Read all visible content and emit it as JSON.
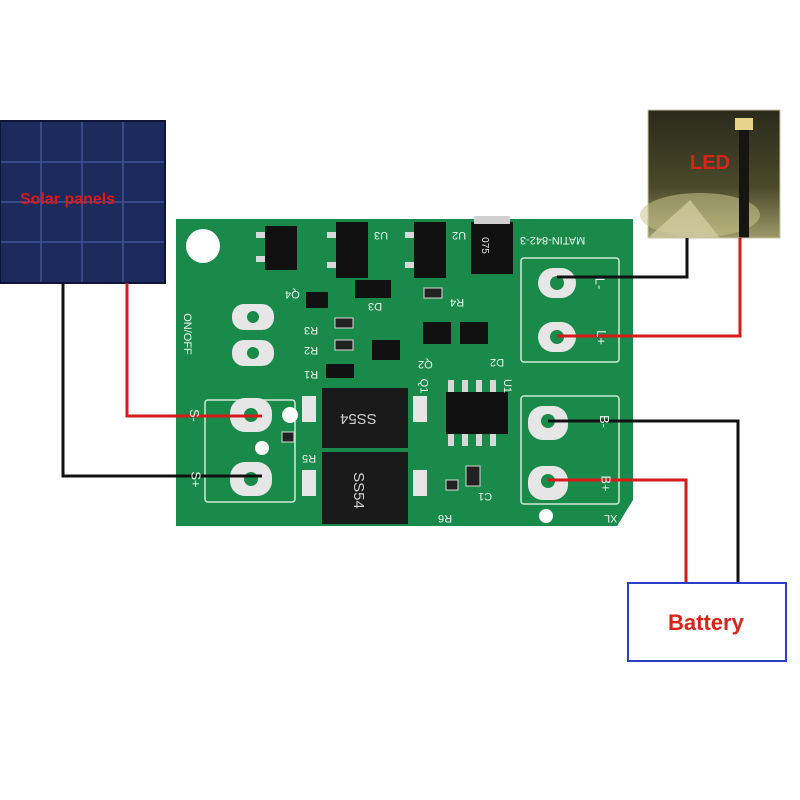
{
  "labels": {
    "solar": "Solar panels",
    "led": "LED",
    "battery": "Battery"
  },
  "board": {
    "model": "MATIN-842-3",
    "switch": "ON/OFF",
    "diode": "SS54",
    "regulator_code": "075",
    "refs": [
      "U2",
      "U3",
      "Q4",
      "D3",
      "R3",
      "R2",
      "R1",
      "R4",
      "Q2",
      "Q1",
      "U1",
      "C1",
      "R5",
      "R6",
      "D2",
      "XL"
    ],
    "pad_marks": [
      "S-",
      "S+",
      "L-",
      "L+",
      "B-",
      "B+"
    ]
  },
  "colors": {
    "positive_wire": "#d91a1a",
    "negative_wire": "#111111",
    "pcb": "#1a8a4a",
    "battery_border": "#2a3fc7"
  }
}
